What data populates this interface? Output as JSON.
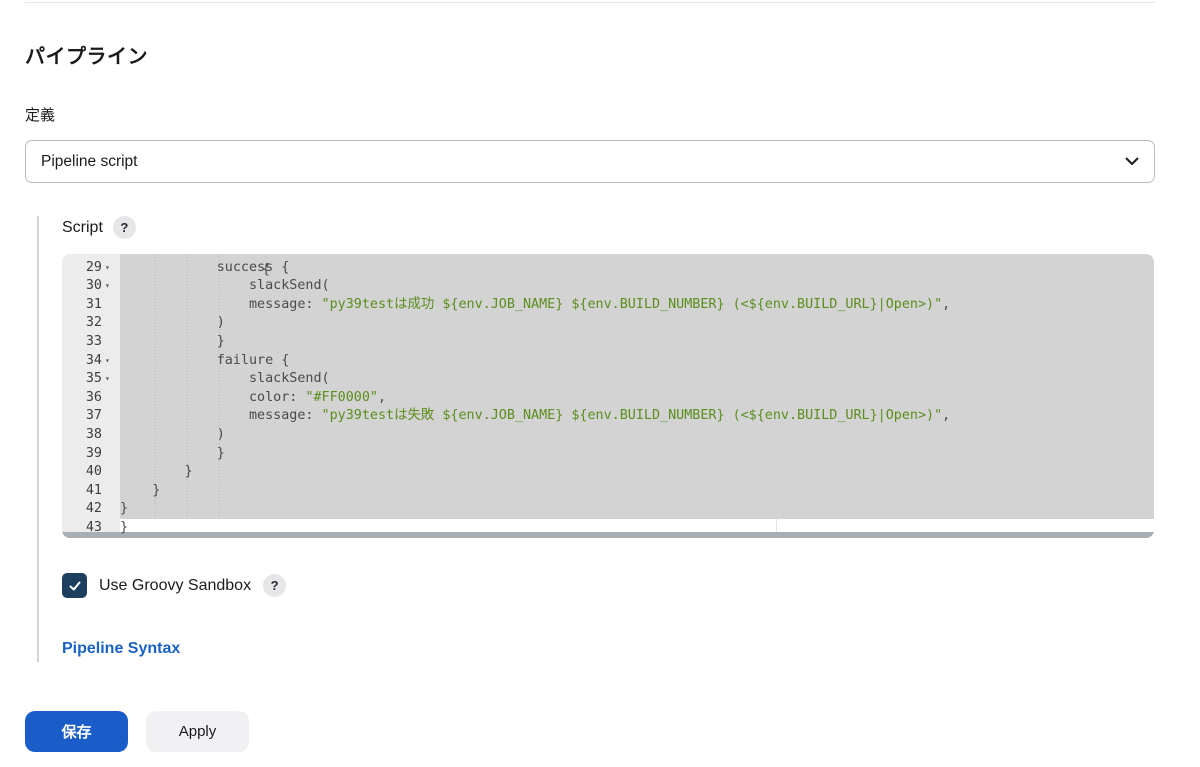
{
  "section": {
    "title": "パイプライン"
  },
  "definition": {
    "label": "定義",
    "selected": "Pipeline script"
  },
  "script": {
    "label": "Script",
    "help": "?",
    "top_partial_line": "{",
    "lines": [
      {
        "num": "29",
        "fold": true,
        "code": "            success {",
        "str": "",
        "after": ""
      },
      {
        "num": "30",
        "fold": true,
        "code": "                slackSend(",
        "str": "",
        "after": ""
      },
      {
        "num": "31",
        "fold": false,
        "code": "                message: ",
        "str": "\"py39testは成功 ${env.JOB_NAME} ${env.BUILD_NUMBER} (<${env.BUILD_URL}|Open>)\"",
        "after": ","
      },
      {
        "num": "32",
        "fold": false,
        "code": "            )",
        "str": "",
        "after": ""
      },
      {
        "num": "33",
        "fold": false,
        "code": "            }",
        "str": "",
        "after": ""
      },
      {
        "num": "34",
        "fold": true,
        "code": "            failure {",
        "str": "",
        "after": ""
      },
      {
        "num": "35",
        "fold": true,
        "code": "                slackSend(",
        "str": "",
        "after": ""
      },
      {
        "num": "36",
        "fold": false,
        "code": "                color: ",
        "str": "\"#FF0000\"",
        "after": ","
      },
      {
        "num": "37",
        "fold": false,
        "code": "                message: ",
        "str": "\"py39testは失敗 ${env.JOB_NAME} ${env.BUILD_NUMBER} (<${env.BUILD_URL}|Open>)\"",
        "after": ","
      },
      {
        "num": "38",
        "fold": false,
        "code": "            )",
        "str": "",
        "after": ""
      },
      {
        "num": "39",
        "fold": false,
        "code": "            }",
        "str": "",
        "after": ""
      },
      {
        "num": "40",
        "fold": false,
        "code": "        }",
        "str": "",
        "after": ""
      },
      {
        "num": "41",
        "fold": false,
        "code": "    }",
        "str": "",
        "after": ""
      },
      {
        "num": "42",
        "fold": false,
        "code": "}",
        "str": "",
        "after": ""
      },
      {
        "num": "43",
        "fold": false,
        "code": "}",
        "str": "",
        "after": ""
      }
    ]
  },
  "sandbox": {
    "label": "Use Groovy Sandbox",
    "checked": true,
    "help": "?"
  },
  "syntax_link": "Pipeline Syntax",
  "buttons": {
    "save": "保存",
    "apply": "Apply"
  },
  "colors": {
    "primary": "#1b5dc8",
    "link": "#1a63c4",
    "checkbox": "#1d3e5f",
    "string": "#5b8e1d"
  }
}
